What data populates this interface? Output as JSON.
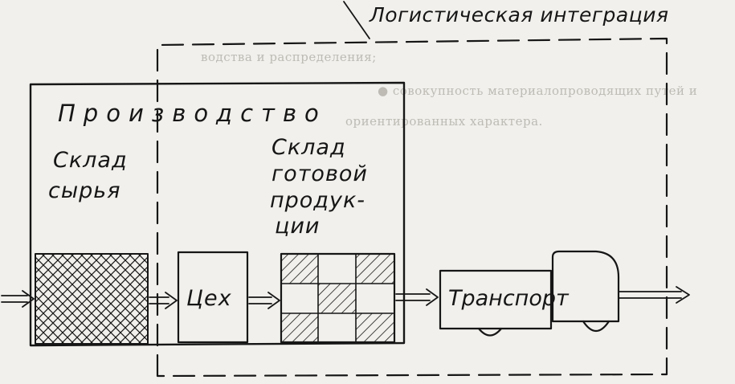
{
  "diagram": {
    "integration_label": "Логистическая интеграция",
    "production_title": "Производство",
    "raw_warehouse_label": [
      "Склад",
      "сырья"
    ],
    "finished_warehouse_label": [
      "Склад",
      "готовой",
      "продук-",
      "ции"
    ],
    "workshop_label": "Цех",
    "transport_label": "Транспорт"
  },
  "background_text": [
    "водства и распределения;",
    "● совокупность материалопроводящих путей и",
    "ориентированных характера."
  ],
  "colors": {
    "ink": "#161616",
    "paper": "#f1f0ec",
    "bleed": "#bdbbb4"
  }
}
